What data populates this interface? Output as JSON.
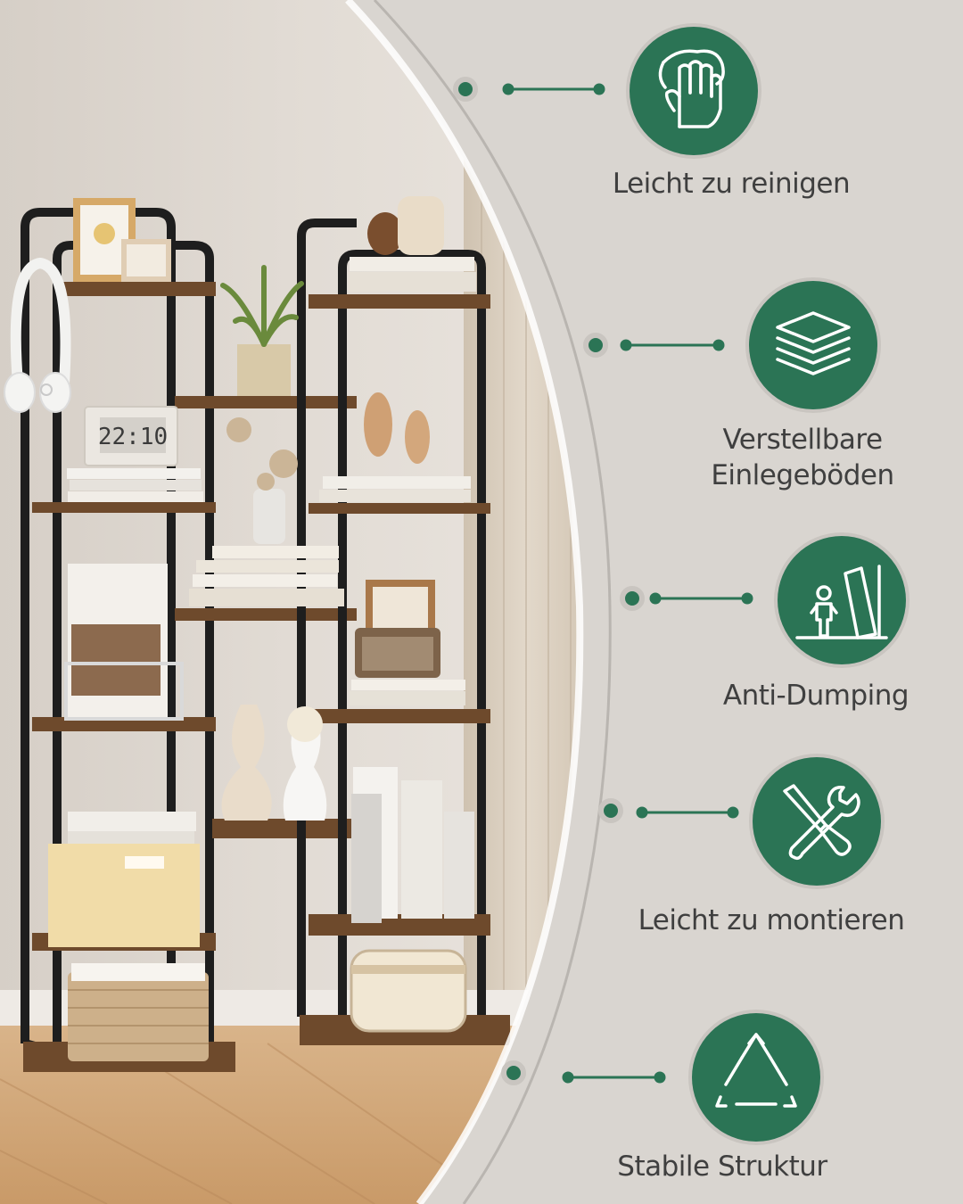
{
  "colors": {
    "accent_green": "#2b7455",
    "background": "#d9d5d0",
    "label_text": "#3f3f3f",
    "wood": "#6e4a2c",
    "frame": "#1e1e1e"
  },
  "photo": {
    "clock_display": "22:10"
  },
  "features": [
    {
      "label": "Leicht zu reinigen",
      "icon": "hand-cleaning-icon"
    },
    {
      "label": "Verstellbare Einlegeböden",
      "icon": "layers-icon"
    },
    {
      "label": "Anti-Dumping",
      "icon": "anti-tip-icon"
    },
    {
      "label": "Leicht zu montieren",
      "icon": "tools-icon"
    },
    {
      "label": "Stabile Struktur",
      "icon": "triangle-arrows-icon"
    }
  ]
}
